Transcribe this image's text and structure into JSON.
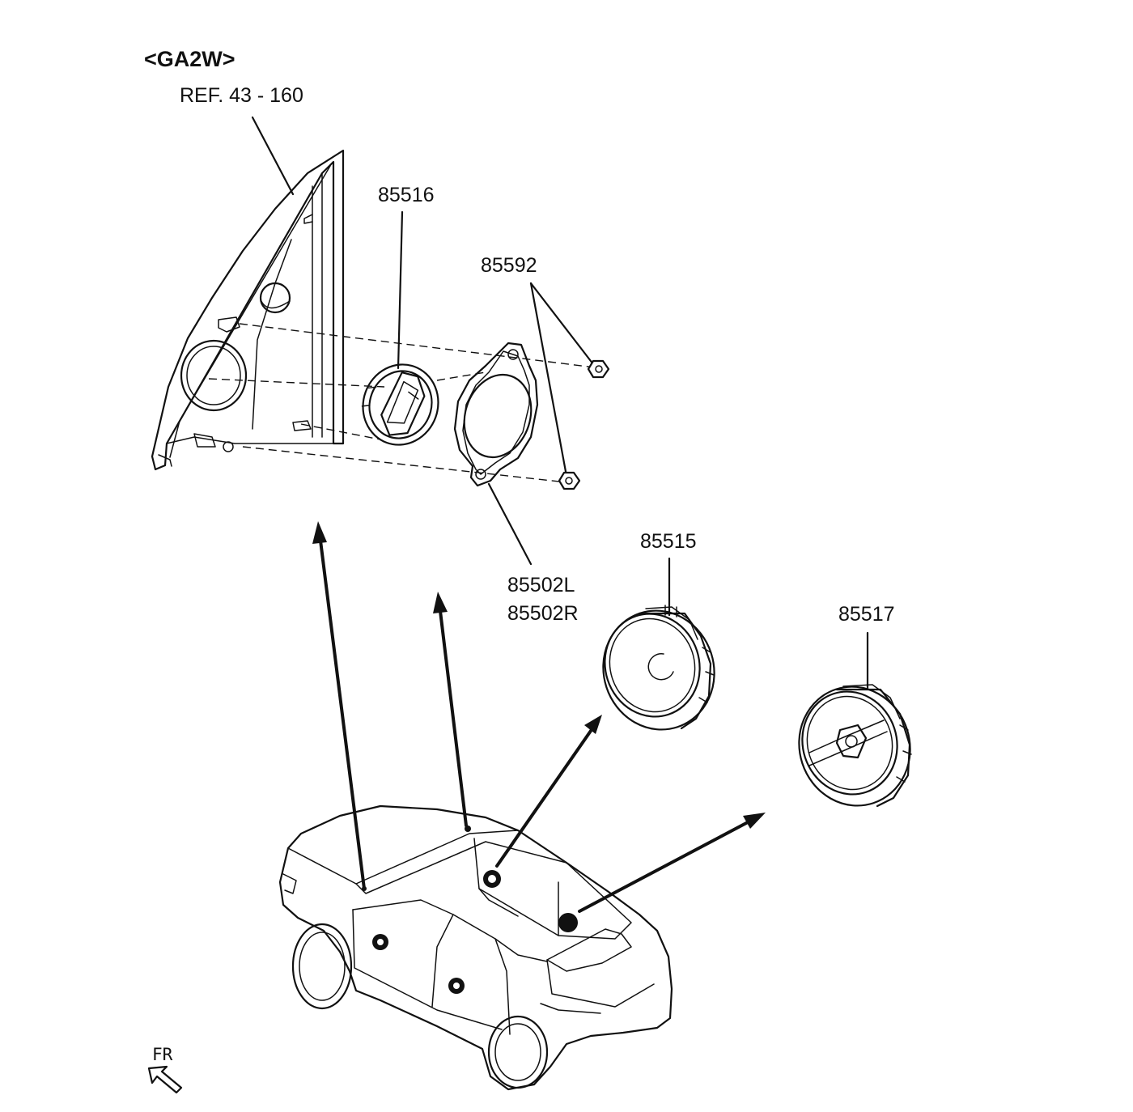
{
  "variant_label": "<GA2W>",
  "reference_label": "REF. 43 - 160",
  "parts": {
    "p85516": "85516",
    "p85592": "85592",
    "p85502L": "85502L",
    "p85502R": "85502R",
    "p85515": "85515",
    "p85517": "85517"
  },
  "orientation_label": "FR"
}
